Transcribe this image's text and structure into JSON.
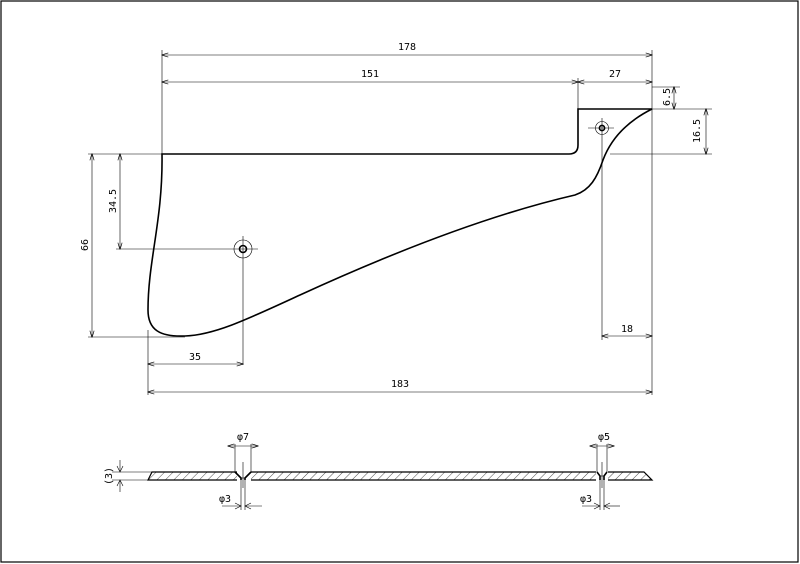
{
  "drawing": {
    "dimensions": {
      "overall_top": "178",
      "top_left": "151",
      "top_right": "27",
      "tab_height": "6.5",
      "right_drop": "16.5",
      "hole_depth": "34.5",
      "overall_height": "66",
      "hole_offset_right": "18",
      "hole_offset_left": "35",
      "overall_bottom": "183"
    },
    "section": {
      "thickness": "(3)",
      "hole_left_top": "φ7",
      "hole_left_bottom": "φ3",
      "hole_right_top": "φ5",
      "hole_right_bottom": "φ3"
    }
  }
}
